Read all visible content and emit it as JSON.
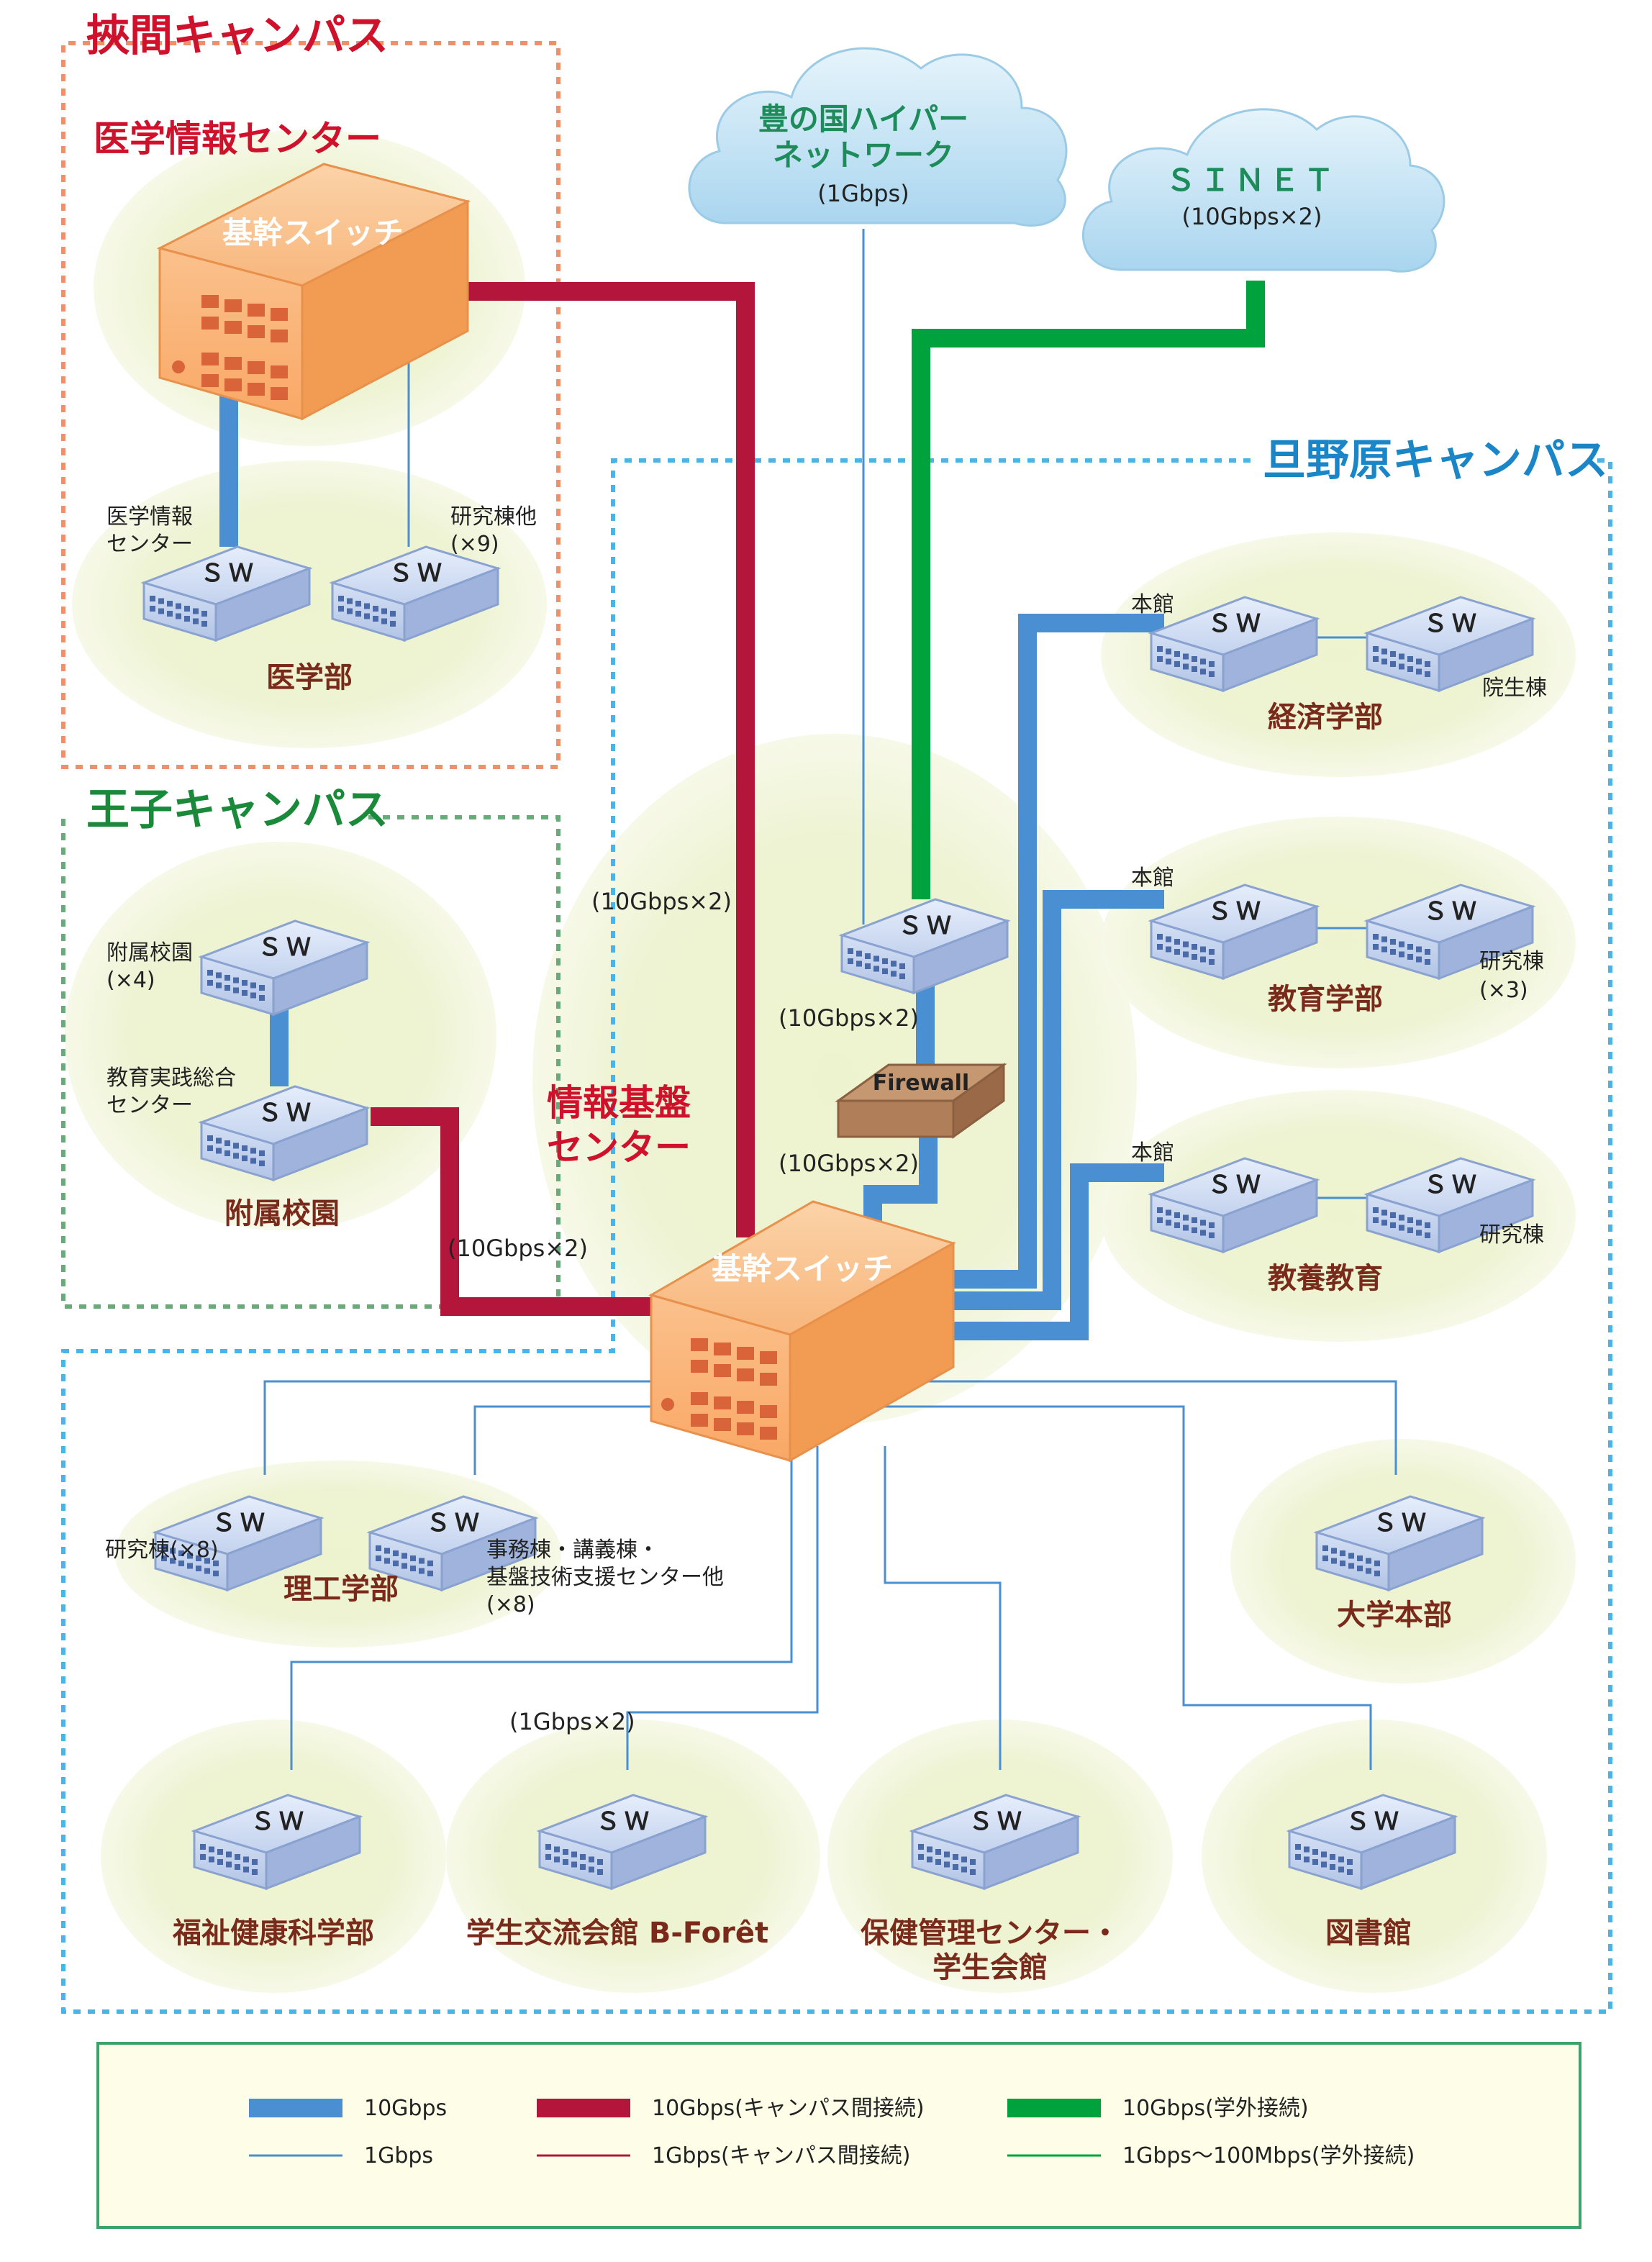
{
  "campuses": {
    "hasama": "挾間キャンパス",
    "oji": "王子キャンパス",
    "dannoharu": "旦野原キャンパス"
  },
  "centers": {
    "medical_info": "医学情報センター",
    "info_base_line1": "情報基盤",
    "info_base_line2": "センター"
  },
  "core_switch_label": "基幹スイッチ",
  "sw_label": "ＳＷ",
  "firewall_label": "Firewall",
  "clouds": {
    "toyo_line1": "豊の国ハイパー",
    "toyo_line2": "ネットワーク",
    "toyo_bw": "(1Gbps)",
    "sinet": "ＳＩＮＥＴ",
    "sinet_bw": "(10Gbps×2)"
  },
  "bandwidth_labels": {
    "hasama_link": "(10Gbps×2)",
    "oji_link": "(10Gbps×2)",
    "fw_upper": "(10Gbps×2)",
    "fw_lower": "(10Gbps×2)",
    "bforet_link": "(1Gbps×2)"
  },
  "switch_labels": {
    "med_center_line1": "医学情報",
    "med_center_line2": "センター",
    "research_other_line1": "研究棟他",
    "research_other_line2": "(×9)",
    "school_line1": "附属校園",
    "school_line2": "(×4)",
    "edu_practice_line1": "教育実践総合",
    "edu_practice_line2": "センター",
    "honkan": "本館",
    "graduate": "院生棟",
    "research_x3_line1": "研究棟",
    "research_x3_line2": "(×3)",
    "research": "研究棟",
    "research_x8": "研究棟(×8)",
    "admin_line1": "事務棟・講義棟・",
    "admin_line2": "基盤技術支援センター他",
    "admin_line3": "(×8)"
  },
  "departments": {
    "medicine": "医学部",
    "attached_schools": "附属校園",
    "economics": "経済学部",
    "education": "教育学部",
    "liberal_arts": "教養教育",
    "engineering": "理工学部",
    "headquarters": "大学本部",
    "welfare": "福祉健康科学部",
    "student_hall": "学生交流会館 B-Forêt",
    "health_line1": "保健管理センター・",
    "health_line2": "学生会館",
    "library": "図書館"
  },
  "legend": [
    {
      "label": "10Gbps",
      "color": "#4a8fd1",
      "thick": true
    },
    {
      "label": "10Gbps(キャンパス間接続)",
      "color": "#b3163a",
      "thick": true
    },
    {
      "label": "10Gbps(学外接続)",
      "color": "#00a23e",
      "thick": true
    },
    {
      "label": "1Gbps",
      "color": "#4a8fd1",
      "thick": false
    },
    {
      "label": "1Gbps(キャンパス間接続)",
      "color": "#b3163a",
      "thick": false
    },
    {
      "label": "1Gbps〜100Mbps(学外接続)",
      "color": "#00a23e",
      "thick": false
    }
  ],
  "colors": {
    "blue": "#4a8fd1",
    "red": "#b3163a",
    "green": "#00a23e",
    "hasama_border": "#f0906a",
    "oji_border": "#6aaa7a",
    "dannoharu_border": "#4ab4e8",
    "hasama_title": "#d0112b",
    "oji_title": "#1a8a3a",
    "dannoharu_title": "#1a86c8"
  }
}
